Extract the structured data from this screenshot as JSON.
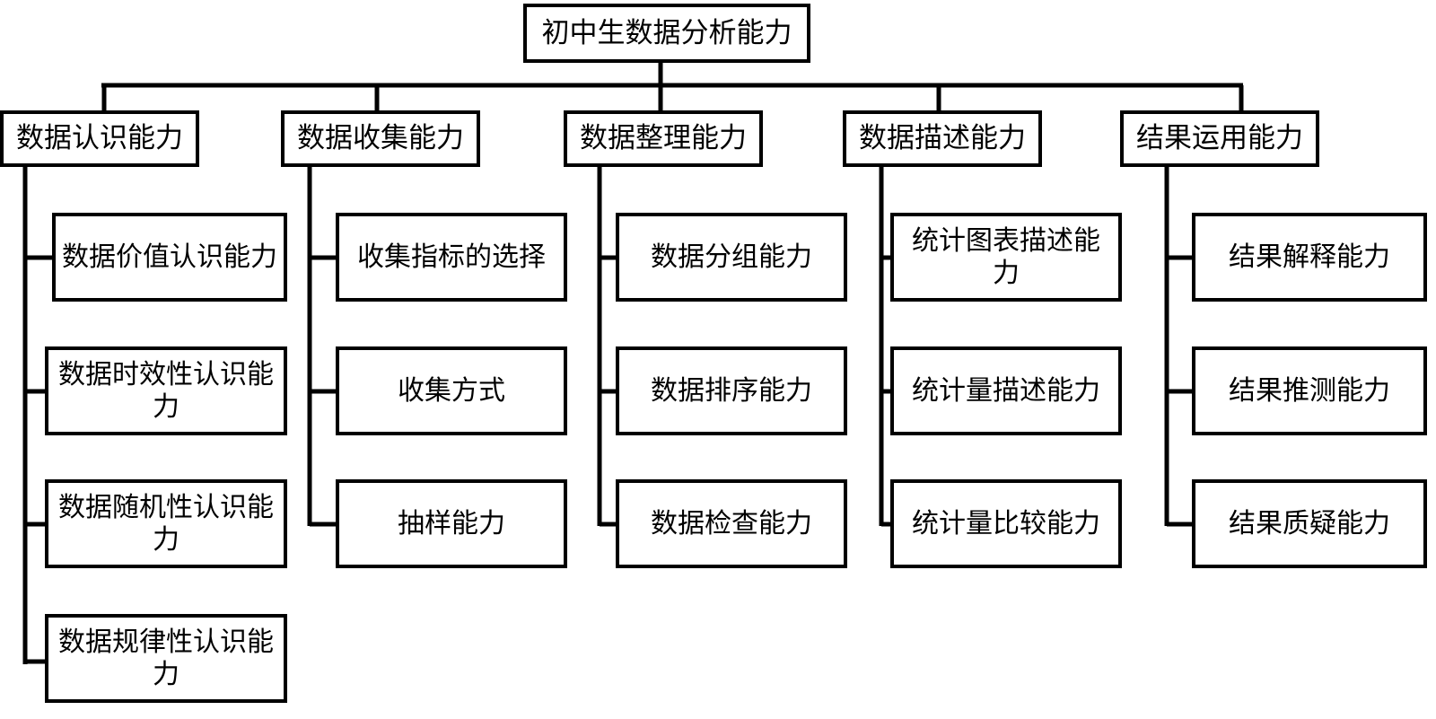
{
  "diagram": {
    "title": "初中生数据分析能力",
    "orientation": "top-down-then-left-bracket",
    "line_color": "#000000",
    "box_fill": "#ffffff",
    "box_border_color": "#000000"
  },
  "root": {
    "label": "初中生数据分析能力"
  },
  "branches": [
    {
      "label": "数据认识能力",
      "children": [
        {
          "label": "数据价值认识能力"
        },
        {
          "label": "数据时效性认识能力"
        },
        {
          "label": "数据随机性认识能力"
        },
        {
          "label": "数据规律性认识能力"
        }
      ]
    },
    {
      "label": "数据收集能力",
      "children": [
        {
          "label": "收集指标的选择"
        },
        {
          "label": "收集方式"
        },
        {
          "label": "抽样能力"
        }
      ]
    },
    {
      "label": "数据整理能力",
      "children": [
        {
          "label": "数据分组能力"
        },
        {
          "label": "数据排序能力"
        },
        {
          "label": "数据检查能力"
        }
      ]
    },
    {
      "label": "数据描述能力",
      "children": [
        {
          "label": "统计图表描述能力"
        },
        {
          "label": "统计量描述能力"
        },
        {
          "label": "统计量比较能力"
        }
      ]
    },
    {
      "label": "结果运用能力",
      "children": [
        {
          "label": "结果解释能力"
        },
        {
          "label": "结果推测能力"
        },
        {
          "label": "结果质疑能力"
        }
      ]
    }
  ]
}
